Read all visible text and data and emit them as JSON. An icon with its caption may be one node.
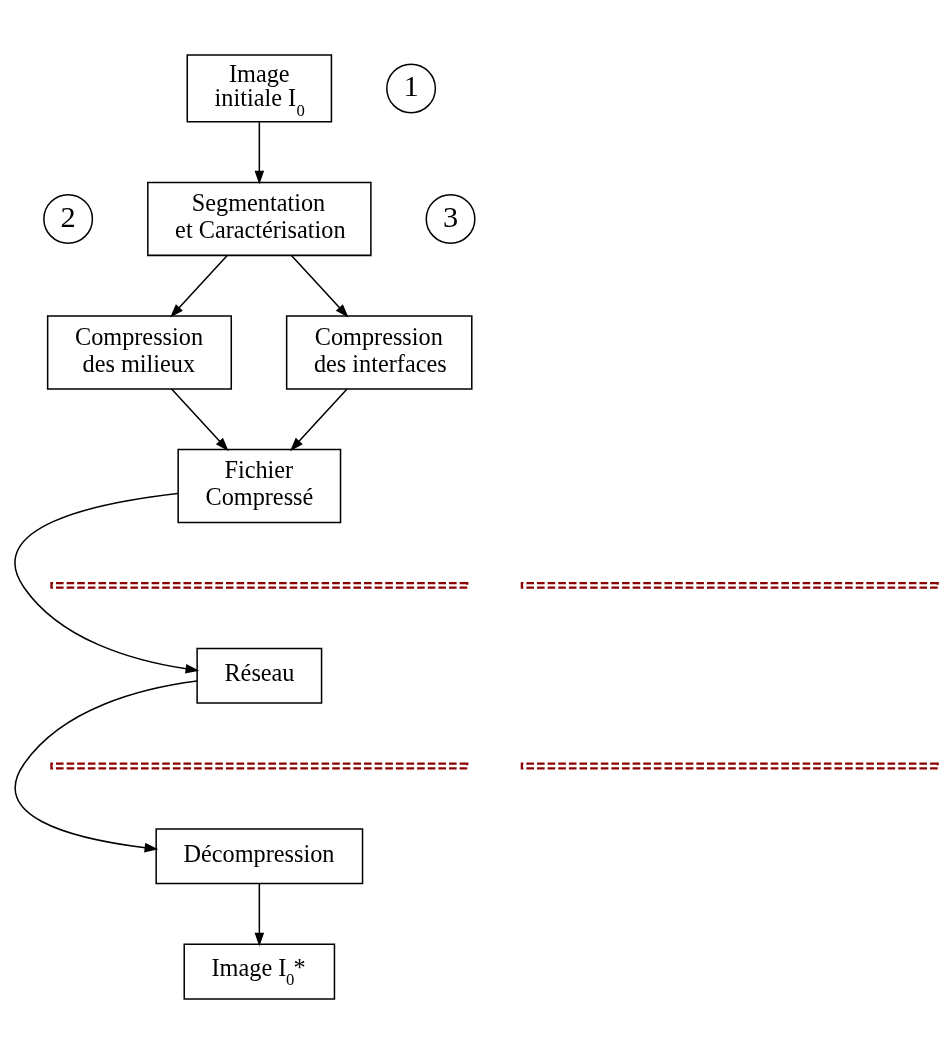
{
  "diagram": {
    "nodes": [
      {
        "text": [
          "Image initiale I$_{0}$"
        ]
      },
      {
        "text": [
          "Segmentation et Caractérisation"
        ]
      },
      {
        "text": [
          "Compression des milieux"
        ]
      },
      {
        "text": [
          "Compression des interfaces"
        ]
      },
      {
        "text": [
          "Fichier Compressé"
        ]
      },
      {
        "text": [
          "Réseau"
        ]
      },
      {
        "text": [
          "Décompression"
        ]
      },
      {
        "text": [
          "Image I$_{0}$*"
        ]
      }
    ],
    "edges": [
      {
        "from": 0,
        "to": 1,
        "arrow": "to"
      },
      {
        "from": 1,
        "to": 2,
        "arrow": "to"
      },
      {
        "from": 1,
        "to": 3,
        "arrow": "to"
      },
      {
        "from": 2,
        "to": 4,
        "arrow": "to"
      },
      {
        "from": 3,
        "to": 4,
        "arrow": "to"
      },
      {
        "from": 4,
        "to": 5,
        "arrow": "to"
      },
      {
        "from": 5,
        "to": 6,
        "arrow": "to"
      },
      {
        "from": 6,
        "to": 7,
        "arrow": "to"
      }
    ],
    "labels": [
      "1",
      "2",
      "3"
    ]
  }
}
